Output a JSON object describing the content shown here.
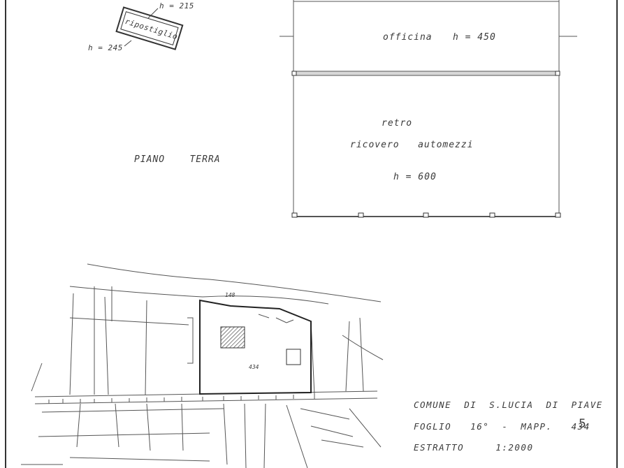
{
  "ripostiglio": {
    "name": "ripostiglio",
    "height_top": "h = 215",
    "height_left": "h = 245"
  },
  "officina": {
    "name": "officina",
    "height": "h = 450"
  },
  "retro": {
    "line1": "retro",
    "line2": "ricovero   automezzi",
    "height": "h = 600"
  },
  "floor_label": "PIANO    TERRA",
  "cadastral_stamp": {
    "line1": "COMUNE  DI  S.LUCIA  DI  PIAVE",
    "line2": "FOGLIO   16°  -  MAPP.   434",
    "line3": "ESTRATTO     1:2000",
    "handwritten_mark": "5"
  },
  "map_numbers": {
    "main_parcel": "434",
    "road": "148"
  }
}
